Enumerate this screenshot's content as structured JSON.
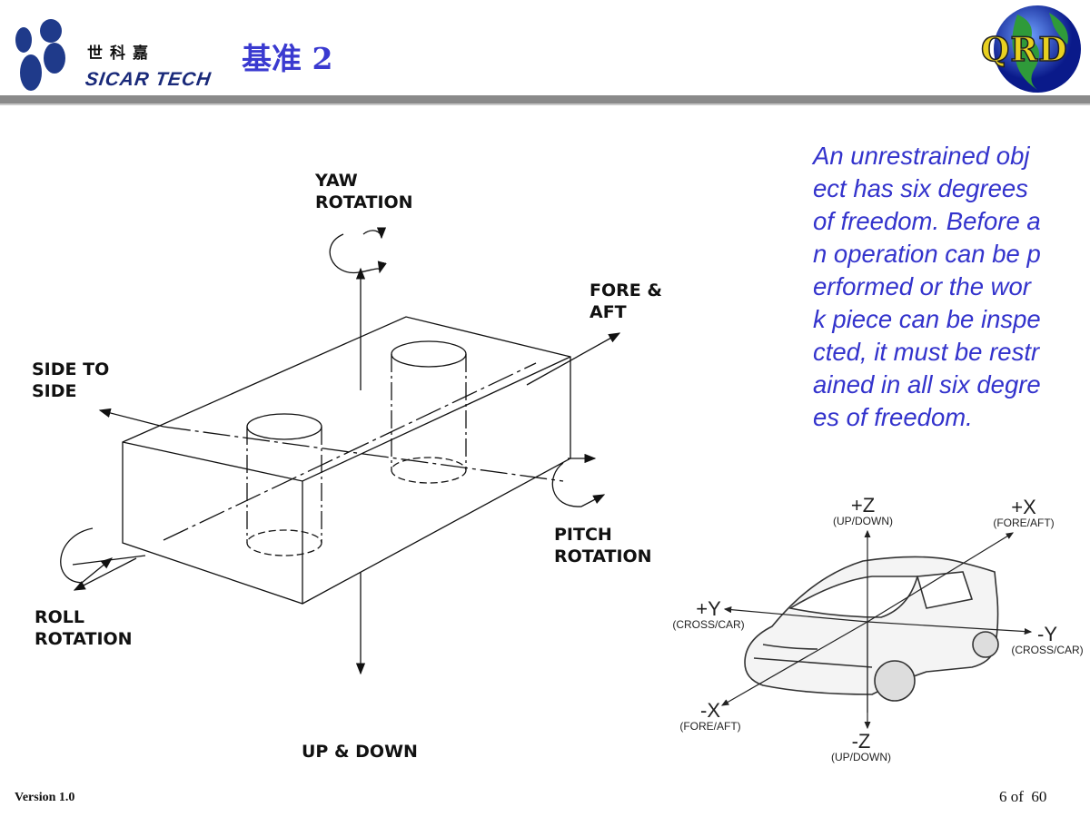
{
  "header": {
    "logo_cn": "世科嘉",
    "logo_en": "SICAR TECH",
    "title": "基准 2",
    "badge": "QRD"
  },
  "paragraph": {
    "lines": [
      "An unrestrained obj",
      "ect has six degrees",
      "of freedom. Before a",
      "n operation can be p",
      "erformed or the wor",
      "k piece can be inspe",
      "cted, it must be restr",
      "ained in all six degre",
      "es of freedom."
    ]
  },
  "diagram": {
    "yaw": [
      "YAW",
      "ROTATION"
    ],
    "fore_aft": [
      "FORE &",
      "AFT"
    ],
    "side": [
      "SIDE TO",
      "SIDE"
    ],
    "pitch": [
      "PITCH",
      "ROTATION"
    ],
    "roll": [
      "ROLL",
      "ROTATION"
    ],
    "up_down": "UP & DOWN"
  },
  "car_axes": {
    "pz": {
      "axis": "+Z",
      "desc": "(UP/DOWN)"
    },
    "px": {
      "axis": "+X",
      "desc": "(FORE/AFT)"
    },
    "py": {
      "axis": "+Y",
      "desc": "(CROSS/CAR)"
    },
    "ny": {
      "axis": "-Y",
      "desc": "(CROSS/CAR)"
    },
    "nx": {
      "axis": "-X",
      "desc": "(FORE/AFT)"
    },
    "nz": {
      "axis": "-Z",
      "desc": "(UP/DOWN)"
    }
  },
  "footer": {
    "version": "Version 1.0",
    "page": "6 of  60"
  },
  "colors": {
    "title": "#3a3ad0",
    "text": "#3333cc",
    "logo": "#1a2a7a"
  }
}
